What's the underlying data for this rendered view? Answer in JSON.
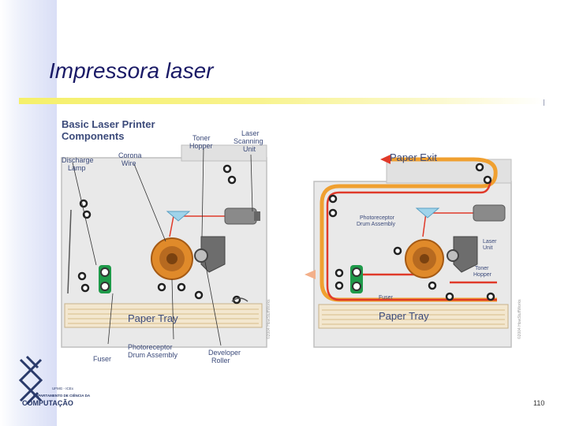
{
  "slide": {
    "title": "Impressora laser",
    "slide_number": "110"
  },
  "diagram": {
    "heading_line1": "Basic Laser Printer",
    "heading_line2": "Components",
    "labels": {
      "discharge_lamp_1": "Discharge",
      "discharge_lamp_2": "Lamp",
      "corona_wire_1": "Corona",
      "corona_wire_2": "Wire",
      "toner_hopper_1": "Toner",
      "toner_hopper_2": "Hopper",
      "laser_scanning_unit_1": "Laser",
      "laser_scanning_unit_2": "Scanning",
      "laser_scanning_unit_3": "Unit",
      "paper_tray_left": "Paper Tray",
      "fuser_left": "Fuser",
      "photoreceptor_drum_1": "Photoreceptor",
      "photoreceptor_drum_2": "Drum Assembly",
      "developer_roller_1": "Developer",
      "developer_roller_2": "Roller",
      "paper_exit": "Paper Exit",
      "paper_tray_right": "Paper Tray",
      "right_photoreceptor_1": "Photoreceptor",
      "right_photoreceptor_2": "Drum Assembly",
      "right_laser_unit_1": "Laser",
      "right_laser_unit_2": "Unit",
      "right_toner_hopper_1": "Toner",
      "right_toner_hopper_2": "Hopper",
      "right_fuser": "Fuser",
      "copyright": "©2004 HowStuffWorks"
    },
    "colors": {
      "paper_path_orange": "#f0a030",
      "paper_path_red": "#e03a2a",
      "drum_orange": "#e08a2a",
      "fuser_green": "#1f9a4a",
      "label_blue": "#3b4a7a",
      "housing_gray": "#d9d9d9"
    }
  },
  "logo": {
    "line1": "UFMG - ICEx",
    "line2": "DEPARTAMENTO DE CIÊNCIA DA",
    "line3": "COMPUTAÇÃO"
  }
}
